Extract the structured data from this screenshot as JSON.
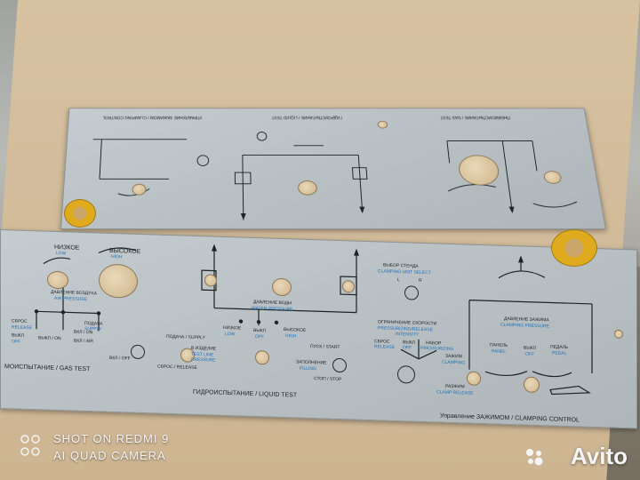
{
  "top_panel": {
    "title_gas": "ПНЕВМОИСПЫТАНИЕ / GAS TEST",
    "title_liquid": "ГИДРОИСПЫТАНИЕ / LIQUID TEST",
    "left_caption": "УПРАВЛЕНИЕ ЗАЖИМОМ / CLAMPING CONTROL"
  },
  "bottom_panel": {
    "low_ru": "НИЗКОЕ",
    "low_en": "LOW",
    "high_ru": "ВЫСОКОЕ",
    "high_en": "HIGH",
    "air_pressure_ru": "ДАВЛЕНИЕ ВОЗДУХА",
    "air_pressure_en": "AIR PRESSURE",
    "reset_ru": "СБРОС",
    "reset_en": "RELEASE",
    "off_ru": "ВЫКЛ",
    "off_en": "OFF",
    "on_ru": "ВКЛ",
    "on_en": "ON",
    "supply_ru": "ПОДАЧА",
    "supply_en": "SUPPLY",
    "vykl_on": "ВЫКЛ / ON",
    "vkl_on": "ВКЛ / ON",
    "vkl_air": "ВКЛ / AIR",
    "vkl_off": "ВКЛ / OFF",
    "podacha_supply": "ПОДАЧА / SUPPLY",
    "sbros_release": "СБРОС / RELEASE",
    "in_product_ru": "В ИЗДЕЛИЕ",
    "test_line_en": "TEST LINE",
    "pressure_en": "PRESSURE",
    "water_pressure_ru": "ДАВЛЕНИЕ ВОДЫ",
    "water_pressure_en": "WATER PRESSURE",
    "nizkoe": "НИЗКОЕ",
    "nizkoe_en": "LOW",
    "vykl": "ВЫКЛ",
    "vykl_en": "OFF",
    "vysokoe": "ВЫСОКОЕ",
    "vysokoe_en": "HIGH",
    "start": "ПУСК / START",
    "filling_ru": "ЗАПОЛНЕНИЕ",
    "filling_en": "FILLING",
    "stop": "СТОП / STOP",
    "stand_select_ru": "ВЫБОР СТЕНДА",
    "stand_select_en": "CLAMPING UNIT SELECT",
    "stand_l": "L",
    "stand_r": "R",
    "rate_limit_ru": "ОГРАНИЧЕНИЕ СКОРОСТИ",
    "rate_limit_en1": "PRESSURIZING/RELEASE",
    "rate_limit_en2": "INTENSITY",
    "sbros_small": "СБРОС",
    "sbros_small_en": "RELEASE",
    "vykl_small": "ВЫКЛ",
    "vykl_small_en": "OFF",
    "nabor": "НАБОР",
    "nabor_en": "PRESSURIZING",
    "clamp_pressure_ru": "ДАВЛЕНИЕ ЗАЖИМА",
    "clamp_pressure_en": "CLAMPING PRESSURE",
    "panel_ru": "ПАНЕЛЬ",
    "panel_en": "PANEL",
    "vykl_c": "ВЫКЛ",
    "vykl_c_en": "OFF",
    "pedal_ru": "ПЕДАЛЬ",
    "pedal_en": "PEDAL",
    "clamp_ru": "ЗАЖИМ",
    "clamp_en": "CLAMPING",
    "unclamp_ru": "РАЗЖИМ",
    "unclamp_en": "CLAMP RELEASE",
    "gas_test": "МОИСПЫТАНИЕ / GAS TEST",
    "liquid_test": "ГИДРОИСПЫТАНИЕ / LIQUID TEST",
    "clamp_control": "Управление ЗАЖИМОМ / CLAMPING CONTROL"
  },
  "watermark": {
    "line1": "SHOT ON REDMI 9",
    "line2": "AI QUAD CAMERA",
    "brand": "Avito"
  },
  "colors": {
    "panel": "#bcc4c8",
    "text_blue": "#1d6fb8",
    "yellow_disc": "#e0aa1f",
    "cardboard": "#d2bb98"
  }
}
